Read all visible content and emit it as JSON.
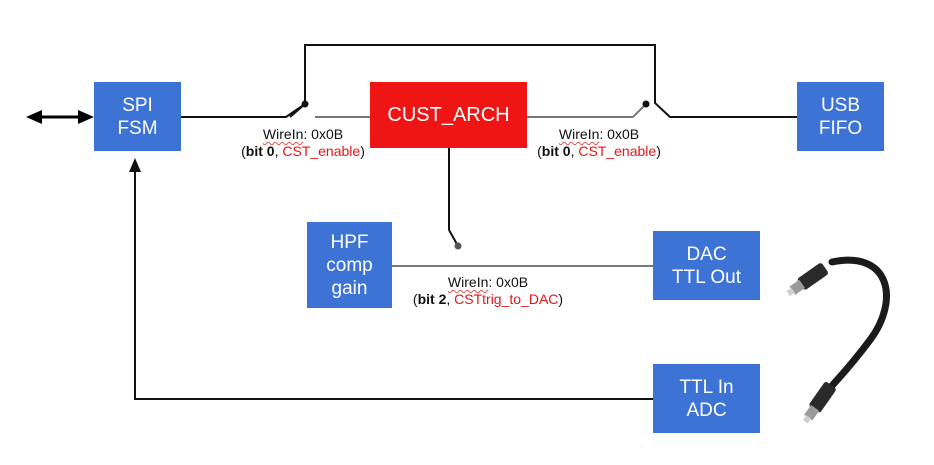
{
  "blocks": {
    "spi": [
      "SPI",
      "FSM"
    ],
    "cust": [
      "CUST_ARCH"
    ],
    "usb": [
      "USB",
      "FIFO"
    ],
    "hpf": [
      "HPF",
      "comp",
      "gain"
    ],
    "dac": [
      "DAC",
      "TTL Out"
    ],
    "ttl_in": [
      "TTL In",
      "ADC"
    ]
  },
  "labels": {
    "switch_left": {
      "wire": "WireIn",
      "addr": ": 0x0B",
      "open": "(",
      "bit": "bit 0",
      "sep": ", ",
      "signal": "CST_enable",
      "close": ")"
    },
    "switch_right": {
      "wire": "WireIn",
      "addr": ": 0x0B",
      "open": "(",
      "bit": "bit 0",
      "sep": ", ",
      "signal": "CST_enable",
      "close": ")"
    },
    "switch_dac": {
      "wire": "WireIn",
      "addr": ": 0x0B",
      "open": "(",
      "bit": "bit 2",
      "sep": ", ",
      "signal": "CSTtrig_to_DAC",
      "close": ")"
    }
  },
  "colors": {
    "block_blue": "#3e73d6",
    "block_red": "#f01515",
    "signal_red": "#e01818",
    "line": "#111111",
    "switch_gray": "#666666"
  },
  "icons": [
    "double-arrow-icon",
    "bnc-cable-icon"
  ]
}
